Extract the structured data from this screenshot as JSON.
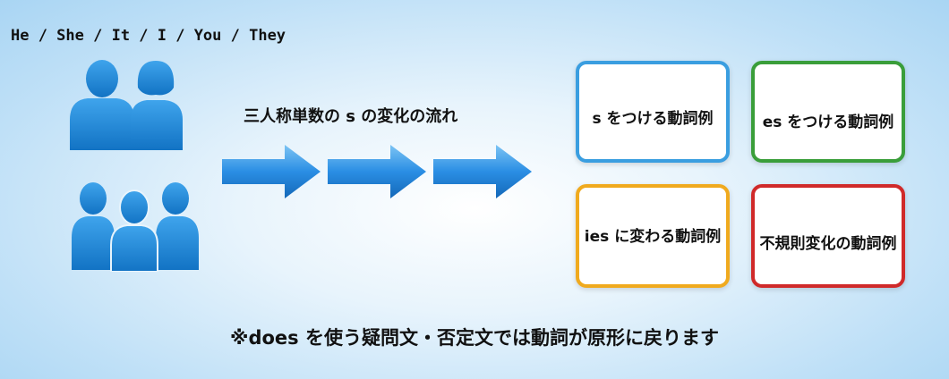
{
  "pronouns_label": "He / She / It / I / You / They",
  "flow_caption": "三人称単数の s の変化の流れ",
  "boxes": [
    {
      "label": "s をつける動詞例",
      "color": "#3a9ee0"
    },
    {
      "label": "es をつける動詞例",
      "color": "#3a9e3a"
    },
    {
      "label": "ies に変わる動詞例",
      "color": "#f0aa1e"
    },
    {
      "label": "不規則変化の動詞例",
      "color": "#d02a2a"
    }
  ],
  "footnote": "※does を使う疑問文・否定文では動詞が原形に戻ります",
  "colors": {
    "person_fill": "#1a86d8",
    "arrow_fill": "#2a8ee4"
  }
}
